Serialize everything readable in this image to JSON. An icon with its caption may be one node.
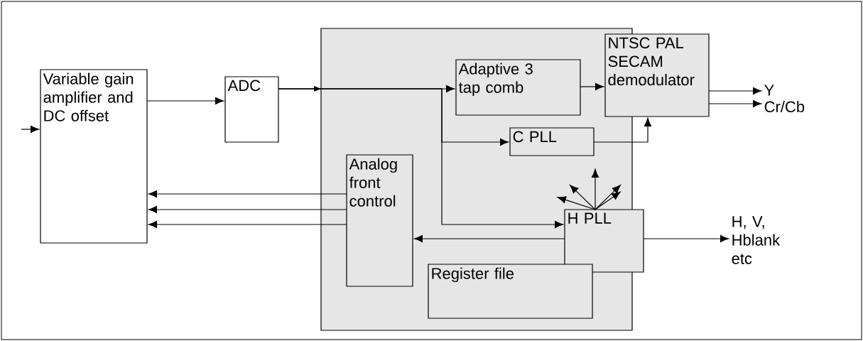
{
  "diagram": {
    "nodes": [
      {
        "text": [
          "Variable gain amplifier and DC offset"
        ]
      },
      {
        "text": [
          "ADC"
        ]
      },
      {
        "text": [],
        "shape": "box"
      },
      {
        "text": [
          "Adaptive 3 tap comb"
        ],
        "in": 2
      },
      {
        "text": [
          "NTSC PAL SECAM demodulator"
        ]
      },
      {
        "text": [
          "C PLL"
        ],
        "in": 2
      },
      {
        "text": [
          "Analog front control"
        ],
        "in": 2
      },
      {
        "text": [
          "H PLL"
        ]
      },
      {
        "text": [
          "Register file"
        ],
        "in": 2
      },
      {
        "text": [
          "Y"
        ]
      },
      {
        "text": [
          "Cr/Cb"
        ]
      },
      {
        "text": [
          "H, V, Hblank etc"
        ]
      }
    ],
    "edges": [
      {
        "from": null,
        "to": 0,
        "arrow": "to"
      },
      {
        "from": 0,
        "to": 1,
        "arrow": "to"
      },
      {
        "from": 1,
        "to": 3,
        "arrow": "to"
      },
      {
        "from": 1,
        "to": 5,
        "arrow": "to"
      },
      {
        "from": 1,
        "to": 7,
        "arrow": "to"
      },
      {
        "from": 3,
        "to": 4,
        "arrow": "to"
      },
      {
        "from": 5,
        "to": 4,
        "arrow": "to"
      },
      {
        "from": 4,
        "to": 9,
        "arrow": "to"
      },
      {
        "from": 4,
        "to": 10,
        "arrow": "to"
      },
      {
        "from": 6,
        "to": 0,
        "arrow": "to"
      },
      {
        "from": 6,
        "to": 0,
        "arrow": "to"
      },
      {
        "from": 6,
        "to": 0,
        "arrow": "to"
      },
      {
        "from": 7,
        "to": 6,
        "arrow": "to"
      },
      {
        "from": 7,
        "to": 11,
        "arrow": "to"
      },
      {
        "from": 7,
        "to": null,
        "arrow": "to"
      },
      {
        "from": 7,
        "to": null,
        "arrow": "to"
      },
      {
        "from": 7,
        "to": null,
        "arrow": "to"
      },
      {
        "from": 7,
        "to": null,
        "arrow": "to"
      },
      {
        "from": 7,
        "to": null,
        "arrow": "to"
      }
    ]
  }
}
